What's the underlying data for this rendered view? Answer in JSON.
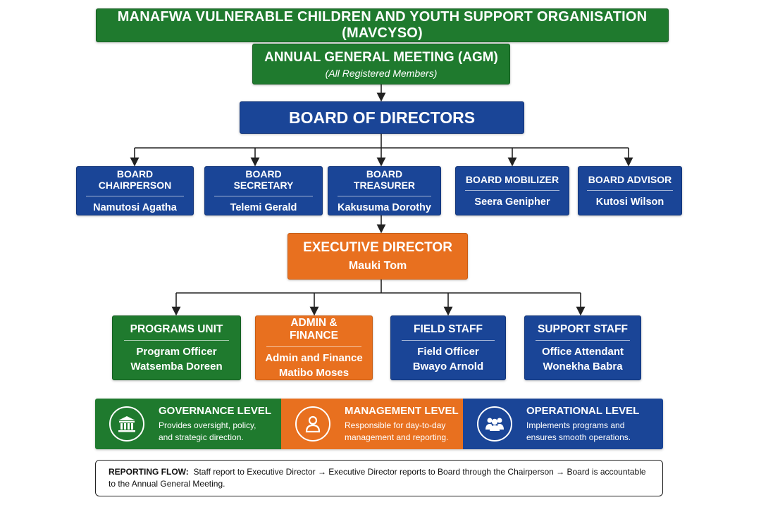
{
  "colors": {
    "green": "#1f7a2e",
    "blue": "#1a4597",
    "orange": "#e8701f",
    "connector": "#222222"
  },
  "organisation": {
    "title": "MANAFWA VULNERABLE CHILDREN AND YOUTH SUPPORT ORGANISATION (MAVCYSO)"
  },
  "agm": {
    "title": "ANNUAL GENERAL MEETING (AGM)",
    "subtitle": "(All Registered Members)"
  },
  "board": {
    "title": "BOARD OF DIRECTORS"
  },
  "board_members": [
    {
      "role": "BOARD CHAIRPERSON",
      "name": "Namutosi Agatha"
    },
    {
      "role": "BOARD SECRETARY",
      "name": "Telemi Gerald"
    },
    {
      "role": "BOARD TREASURER",
      "name": "Kakusuma Dorothy"
    },
    {
      "role": "BOARD MOBILIZER",
      "name": "Seera Genipher"
    },
    {
      "role": "BOARD ADVISOR",
      "name": "Kutosi Wilson"
    }
  ],
  "executive_director": {
    "title": "EXECUTIVE DIRECTOR",
    "name": "Mauki Tom"
  },
  "units": [
    {
      "title": "PROGRAMS UNIT",
      "line1": "Program Officer",
      "line2": "Watsemba Doreen",
      "color": "green"
    },
    {
      "title": "ADMIN & FINANCE",
      "line1": "Admin and Finance",
      "line2": "Matibo Moses",
      "color": "orange"
    },
    {
      "title": "FIELD STAFF",
      "line1": "Field Officer",
      "line2": "Bwayo Arnold",
      "color": "blue"
    },
    {
      "title": "SUPPORT STAFF",
      "line1": "Office Attendant",
      "line2": "Wonekha Babra",
      "color": "blue"
    }
  ],
  "levels": [
    {
      "title": "GOVERNANCE LEVEL",
      "line1": "Provides oversight, policy,",
      "line2": "and strategic direction.",
      "icon": "institution-icon"
    },
    {
      "title": "MANAGEMENT LEVEL",
      "line1": "Responsible for day-to-day",
      "line2": "management and reporting.",
      "icon": "person-icon"
    },
    {
      "title": "OPERATIONAL LEVEL",
      "line1": "Implements programs and",
      "line2": "ensures smooth operations.",
      "icon": "team-icon"
    }
  ],
  "reporting_flow": {
    "label": "REPORTING FLOW:",
    "line1": "Staff report to Executive Director → Executive Director reports to Board through the Chairperson → Board is accountable",
    "line2": "to the Annual General Meeting."
  }
}
